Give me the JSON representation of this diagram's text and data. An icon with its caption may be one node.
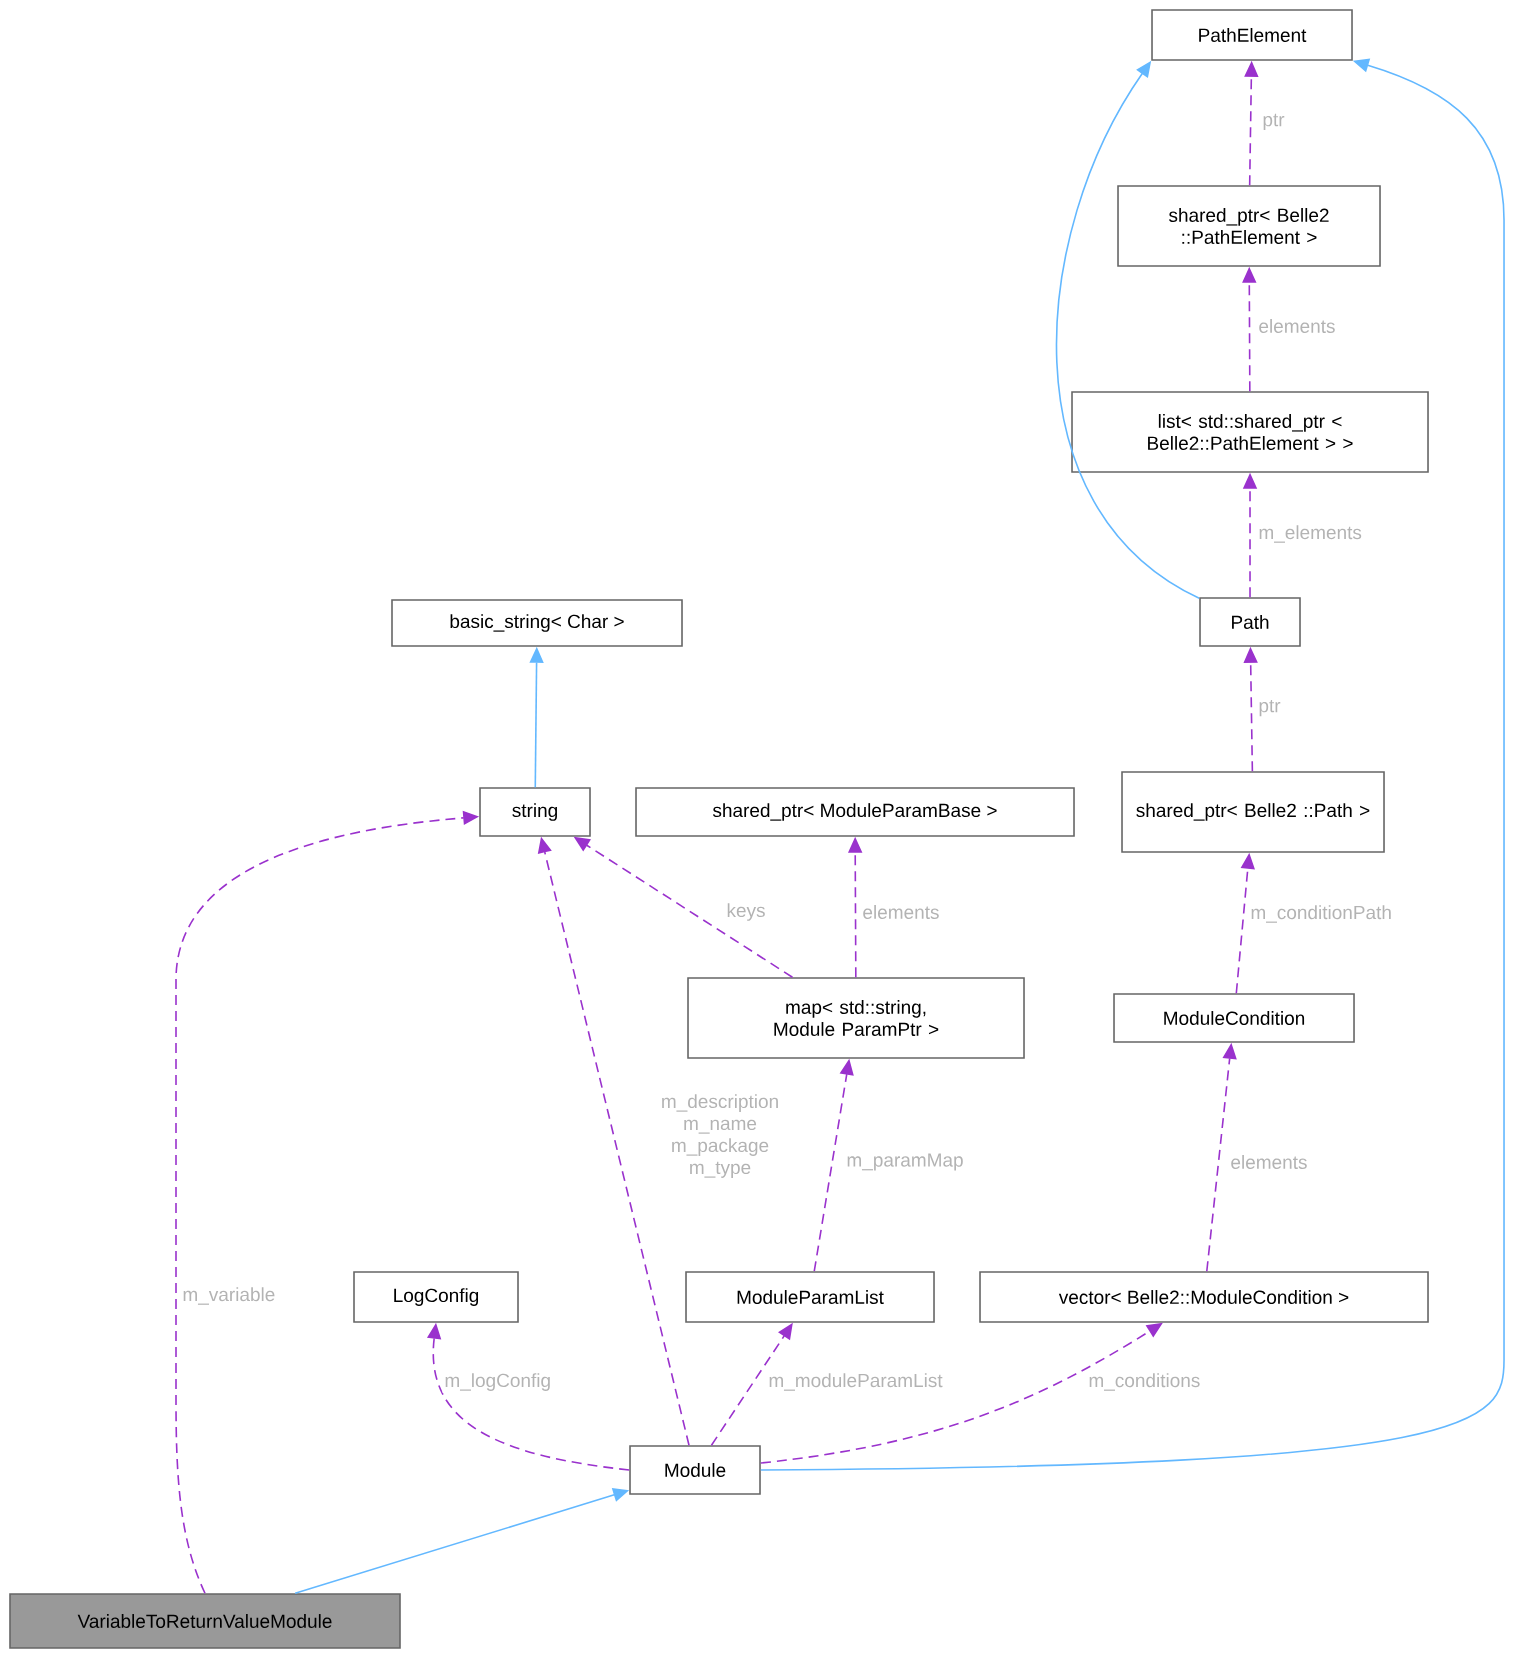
{
  "diagram": {
    "nodes": [
      {
        "text": [
          "PathElement"
        ]
      },
      {
        "text": [
          "shared_ptr< Belle2 ::PathElement >"
        ]
      },
      {
        "text": [
          "list< std::shared_ptr < Belle2::PathElement > >"
        ]
      },
      {
        "text": [
          "basic_string< Char >"
        ]
      },
      {
        "text": [
          "Path"
        ]
      },
      {
        "text": [
          "string"
        ]
      },
      {
        "text": [
          "shared_ptr< ModuleParamBase >"
        ]
      },
      {
        "text": [
          "shared_ptr< Belle2 ::Path >"
        ]
      },
      {
        "text": [
          "map< std::string, Module ParamPtr >"
        ]
      },
      {
        "text": [
          "ModuleCondition"
        ]
      },
      {
        "text": [
          "LogConfig"
        ]
      },
      {
        "text": [
          "ModuleParamList"
        ]
      },
      {
        "text": [
          "vector< Belle2::ModuleCondition >"
        ]
      },
      {
        "text": [
          "Module"
        ]
      },
      {
        "text": [
          "VariableToReturnValueModule"
        ]
      }
    ],
    "edges": [
      {
        "from": 1,
        "to": 0,
        "arrow": "to",
        "style": "dashed",
        "label": "ptr"
      },
      {
        "from": 2,
        "to": 1,
        "arrow": "to",
        "style": "dashed",
        "label": "elements"
      },
      {
        "from": 4,
        "to": 2,
        "arrow": "to",
        "style": "dashed",
        "label": "m_elements"
      },
      {
        "from": 4,
        "to": 0,
        "arrow": "to",
        "color": "#63b8ff"
      },
      {
        "from": 5,
        "to": 3,
        "arrow": "to",
        "color": "#63b8ff"
      },
      {
        "from": 7,
        "to": 4,
        "arrow": "to",
        "style": "dashed",
        "label": "ptr"
      },
      {
        "from": 9,
        "to": 7,
        "arrow": "to",
        "style": "dashed",
        "label": "m_conditionPath"
      },
      {
        "from": 8,
        "to": 5,
        "arrow": "to",
        "style": "dashed",
        "label": "keys"
      },
      {
        "from": 8,
        "to": 6,
        "arrow": "to",
        "style": "dashed",
        "label": "elements"
      },
      {
        "from": 13,
        "to": 5,
        "arrow": "to",
        "style": "dashed",
        "label": "m_description m_name m_package m_type"
      },
      {
        "from": 12,
        "to": 9,
        "arrow": "to",
        "style": "dashed",
        "label": "elements"
      },
      {
        "from": 11,
        "to": 8,
        "arrow": "to",
        "style": "dashed",
        "label": "m_paramMap"
      },
      {
        "from": 13,
        "to": 10,
        "arrow": "to",
        "style": "dashed",
        "label": "m_logConfig"
      },
      {
        "from": 13,
        "to": 11,
        "arrow": "to",
        "style": "dashed",
        "label": "m_moduleParamList"
      },
      {
        "from": 13,
        "to": 12,
        "arrow": "to",
        "style": "dashed",
        "label": "m_conditions"
      },
      {
        "from": 13,
        "to": 0,
        "arrow": "to",
        "color": "#63b8ff"
      },
      {
        "from": 14,
        "to": 13,
        "arrow": "to",
        "color": "#63b8ff"
      },
      {
        "from": 14,
        "to": 5,
        "arrow": "to",
        "style": "dashed",
        "label": "m_variable"
      }
    ]
  }
}
